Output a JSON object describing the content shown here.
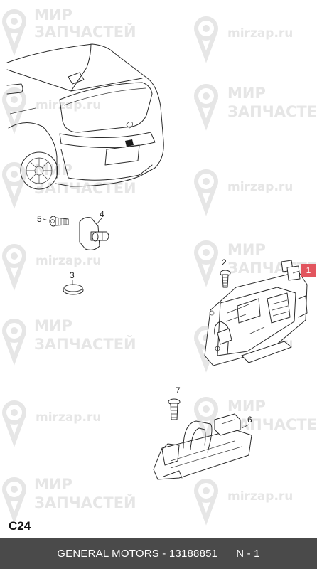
{
  "watermark": {
    "brand_line1": "МИР",
    "brand_line2": "ЗАПЧАСТЕЙ",
    "domain": "mirzap.ru"
  },
  "callouts": {
    "c1": "1",
    "c2": "2",
    "c3": "3",
    "c4": "4",
    "c5": "5",
    "c6": "6",
    "c7": "7"
  },
  "section_code": "C24",
  "footer": {
    "brand": "GENERAL MOTORS",
    "separator": " - ",
    "part_number": "13188851",
    "quantity": "N - 1"
  },
  "colors": {
    "footer_bg": "#4a4a4a",
    "callout_highlight": "#e2555e",
    "watermark": "#e6e6e6"
  }
}
